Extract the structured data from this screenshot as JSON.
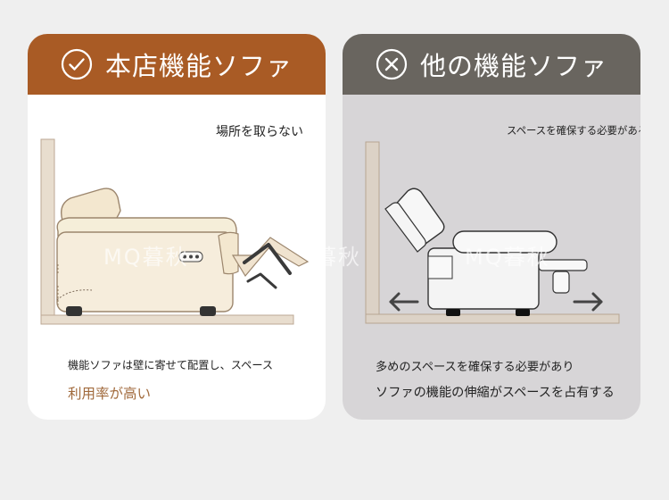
{
  "left_card": {
    "title": "本店機能ソファ",
    "callout": "場所を取らない",
    "description_line1": "機能ソファは壁に寄せて配置し、スペース",
    "description_line2": "利用率が高い",
    "accent_color": "#a95b25",
    "icon": "checkmark-circle-icon"
  },
  "right_card": {
    "title": "他の機能ソファ",
    "callout": "スペースを確保する必要がある",
    "description_line1": "多めのスペースを確保する必要があり",
    "description_line2": "ソファの機能の伸縮がスペースを占有する",
    "accent_color": "#69655f",
    "icon": "cross-circle-icon"
  },
  "watermark": {
    "left": "MQ暮秋",
    "center": "暮秋",
    "right": "MQ暮秋"
  }
}
